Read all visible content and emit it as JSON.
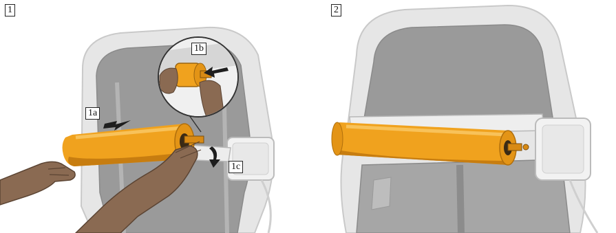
{
  "figure": {
    "steps": [
      {
        "number": "1",
        "callouts": [
          "1a",
          "1b",
          "1c"
        ]
      },
      {
        "number": "2"
      }
    ],
    "colors": {
      "roll": "#f0a21e",
      "roll_shadow": "#c77d10",
      "roll_highlight": "#f8c25a",
      "seat_frame": "#e6e6e6",
      "seat_frame_edge": "#c9c9c9",
      "seat_back": "#9a9a9a",
      "seat_back_light": "#b4b4b4",
      "skin": "#8a6a52",
      "skin_dark": "#5b4433",
      "arrow": "#1e1e1e"
    }
  }
}
